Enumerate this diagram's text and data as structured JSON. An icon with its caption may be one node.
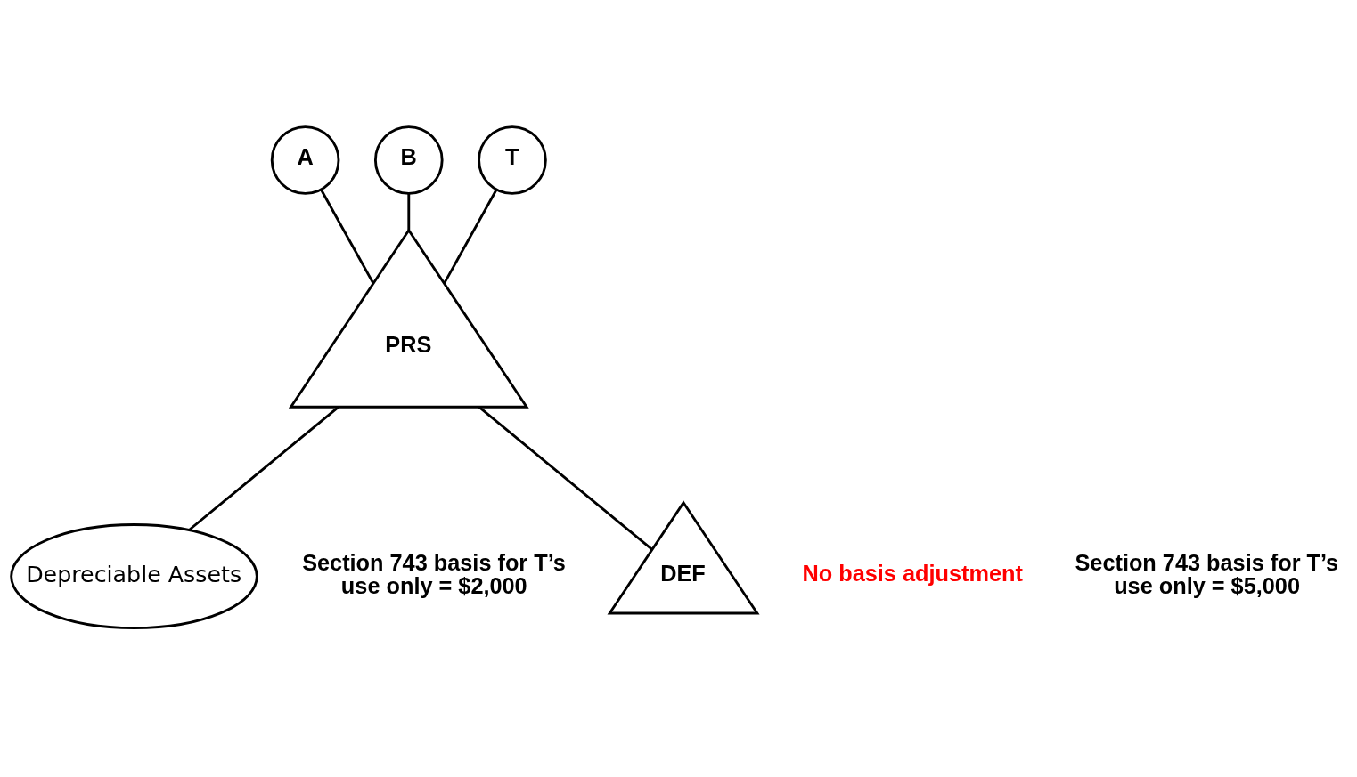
{
  "diagram": {
    "nodes": [
      {
        "text": [
          "A"
        ]
      },
      {
        "text": [
          "B"
        ]
      },
      {
        "text": [
          "T"
        ]
      },
      {
        "text": [
          "PRS"
        ]
      },
      {
        "text": [
          "Depreciable Assets"
        ],
        "beside": [
          "Section 743 basis for T’s use only = $2,000"
        ]
      },
      {
        "text": [
          "DEF"
        ],
        "beside": [
          "No basis adjustment"
        ]
      }
    ],
    "edges": [
      {
        "from": 0,
        "to": 3,
        "arrow": "none"
      },
      {
        "from": 1,
        "to": 3,
        "arrow": "none"
      },
      {
        "from": 2,
        "to": 3,
        "arrow": "none"
      },
      {
        "from": 3,
        "to": 4,
        "arrow": "none"
      },
      {
        "from": 3,
        "to": 5,
        "arrow": "none"
      }
    ],
    "labels": [
      "Section 743 basis for T’s use only = $5,000"
    ]
  }
}
